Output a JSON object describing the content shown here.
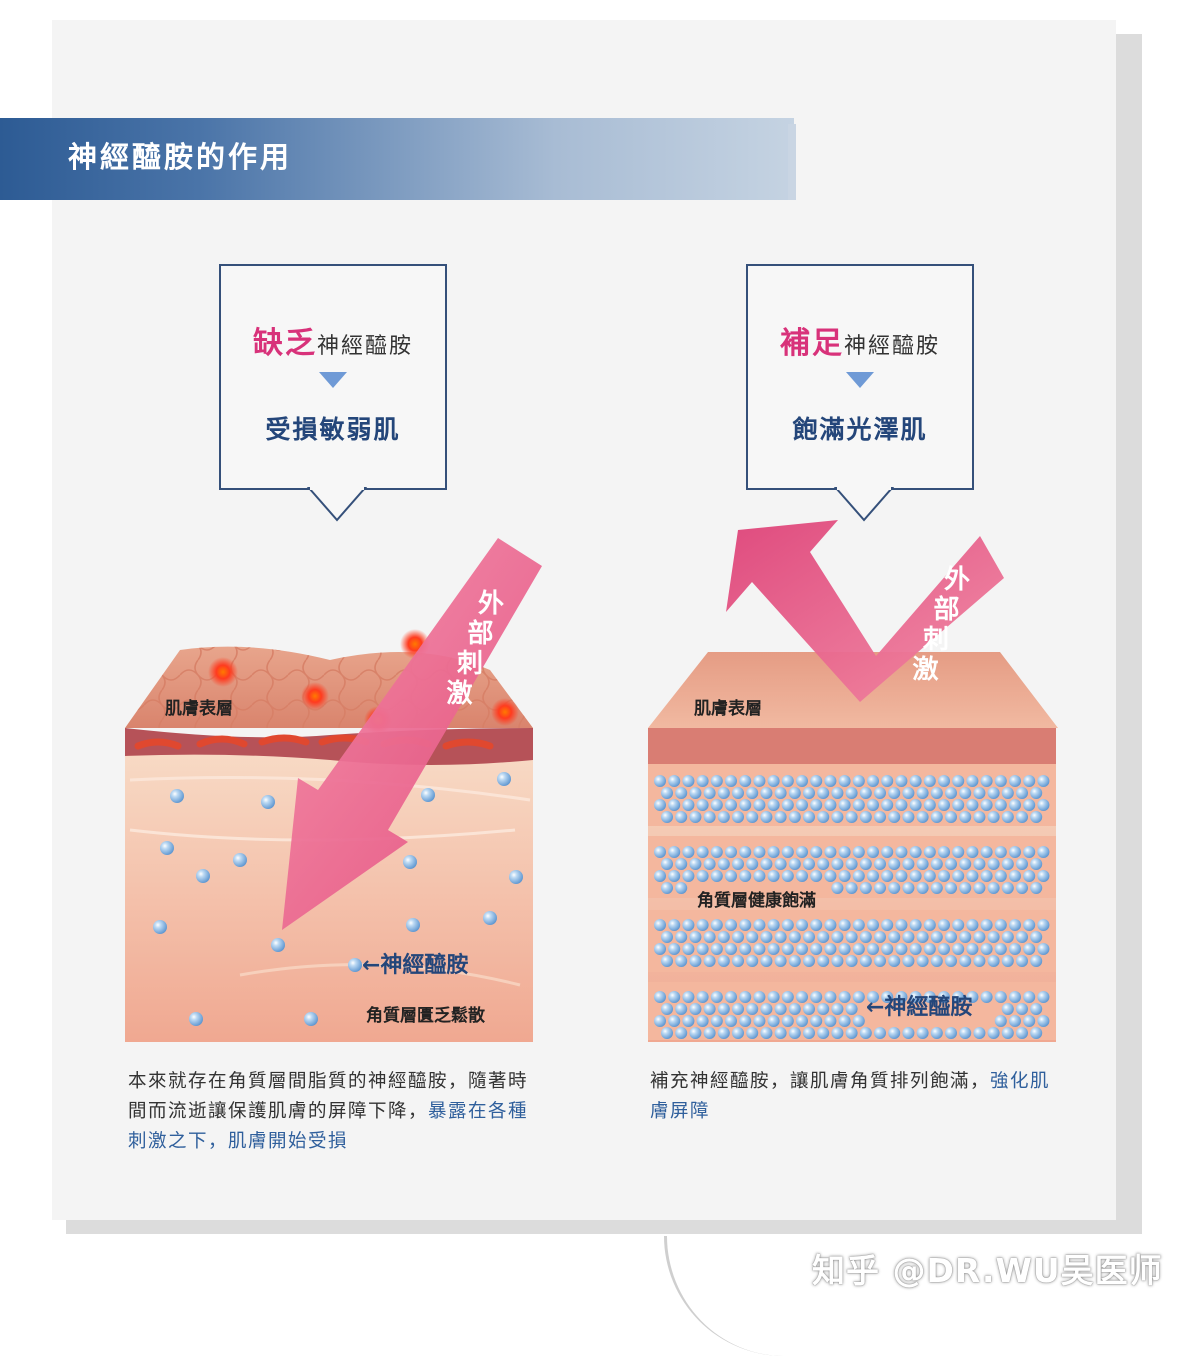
{
  "banner": {
    "title": "神經醯胺的作用"
  },
  "left": {
    "callout": {
      "highlight": "缺乏",
      "rest": "神經醯胺",
      "result": "受損敏弱肌"
    },
    "arrow_text": "外部刺激",
    "label_surface": "肌膚表層",
    "label_ceramide": "←神經醯胺",
    "label_bottom": "角質層匱乏鬆散",
    "desc_normal": "本來就存在角質層間脂質的神經醯胺，隨著時間而流逝讓保護肌膚的屏障下降，",
    "desc_blue": "暴露在各種刺激之下",
    "desc_tail": "，肌膚開始受損"
  },
  "right": {
    "callout": {
      "highlight": "補足",
      "rest": "神經醯胺",
      "result": "飽滿光澤肌"
    },
    "arrow_text": "外部刺激",
    "label_surface": "肌膚表層",
    "label_middle": "角質層健康飽滿",
    "label_ceramide": "←神經醯胺",
    "desc_normal": "補充神經醯胺，讓肌膚角質排列飽滿，",
    "desc_blue": "強化肌膚屏障"
  },
  "watermark": "知乎 @DR.WU吴医师",
  "colors": {
    "accent_pink": "#d8327a",
    "navy": "#35507a",
    "ceramide_blue": "#6fa6dc",
    "skin": "#f3c4a9"
  }
}
